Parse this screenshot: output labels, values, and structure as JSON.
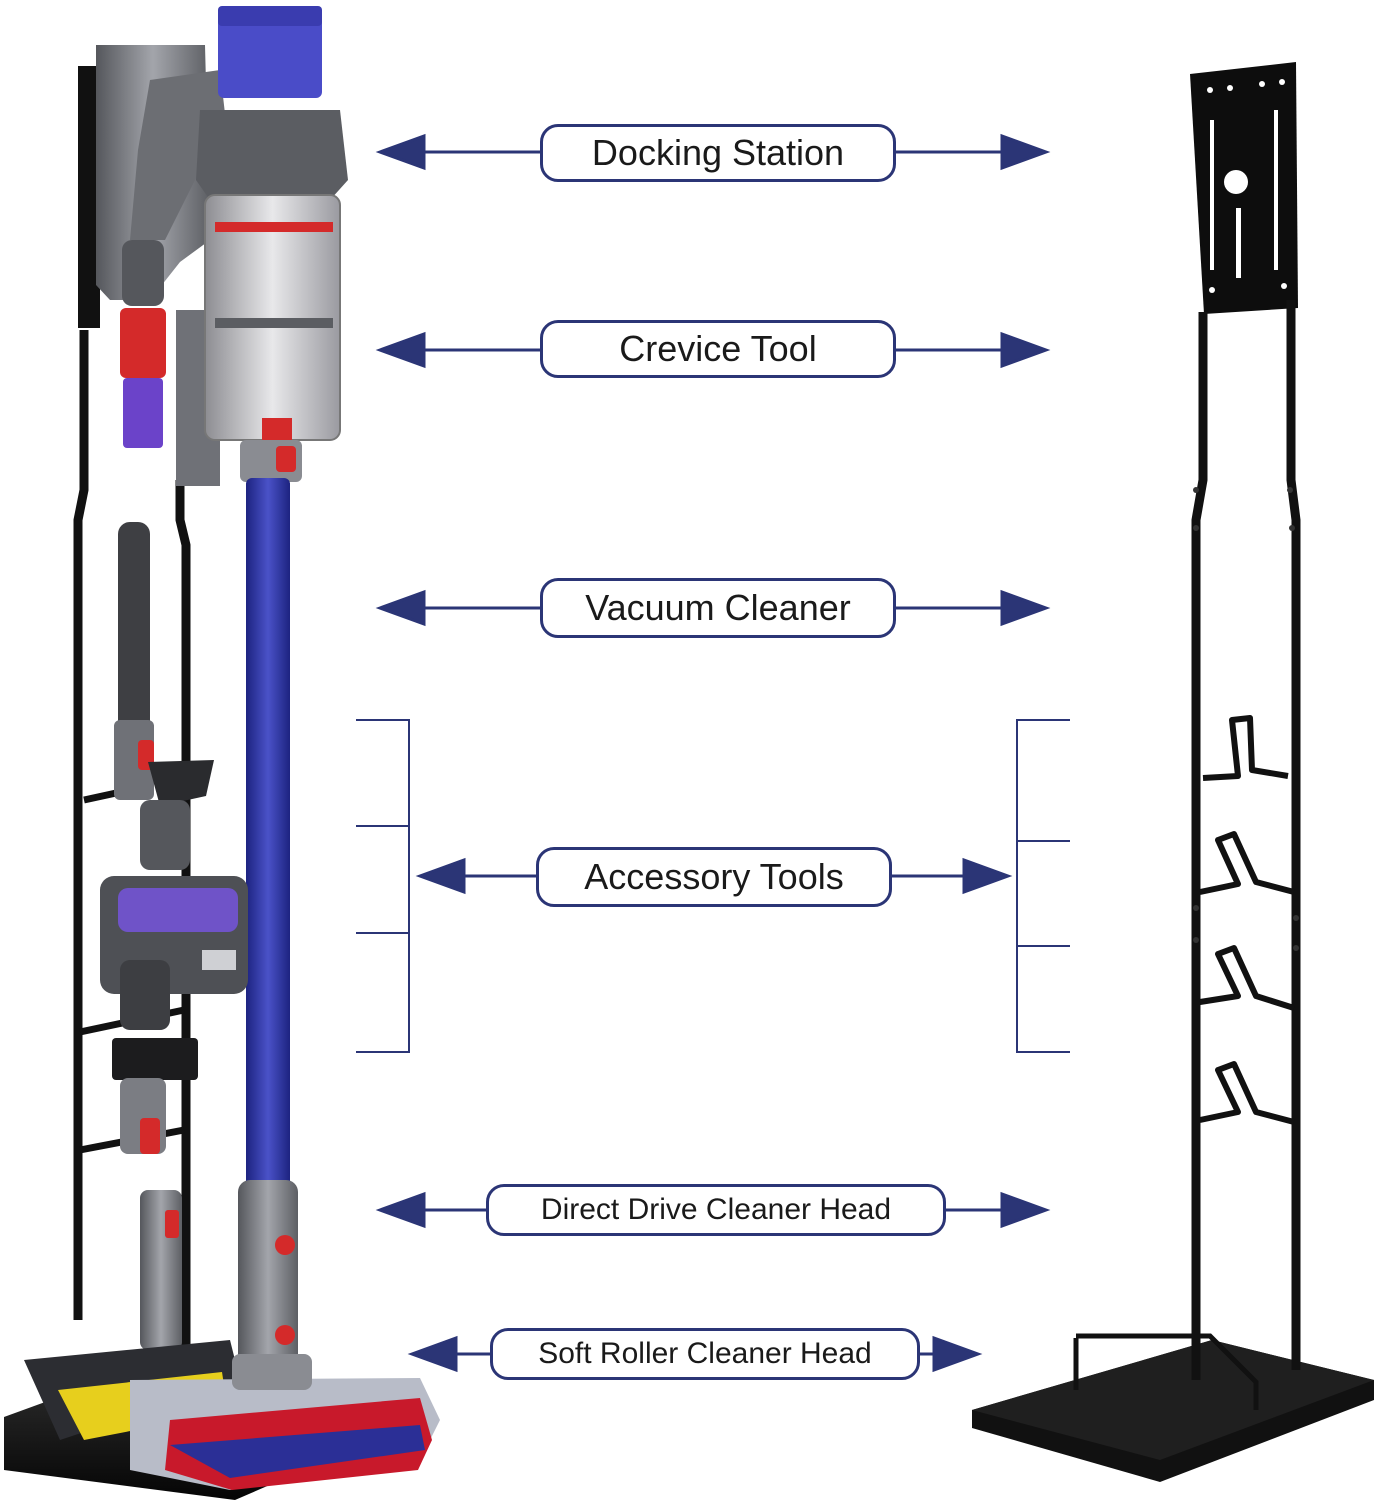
{
  "labels": {
    "docking_station": "Docking Station",
    "crevice_tool": "Crevice Tool",
    "vacuum_cleaner": "Vacuum Cleaner",
    "accessory_tools": "Accessory Tools",
    "direct_drive_cleaner_head": "Direct Drive Cleaner Head",
    "soft_roller_cleaner_head": "Soft Roller Cleaner Head"
  },
  "colors": {
    "arrow": "#2b3576",
    "stand_black": "#111111",
    "vacuum_wand": "#2e35a0",
    "vacuum_body": "#7d7f86",
    "vacuum_accent": "#d42a2a",
    "vacuum_purple": "#5b3fb8",
    "cleaner_head_yellow": "#e7cf1d",
    "cleaner_head_red": "#c8192b"
  },
  "icons": [
    "double-arrow-icon",
    "bracket-icon"
  ]
}
